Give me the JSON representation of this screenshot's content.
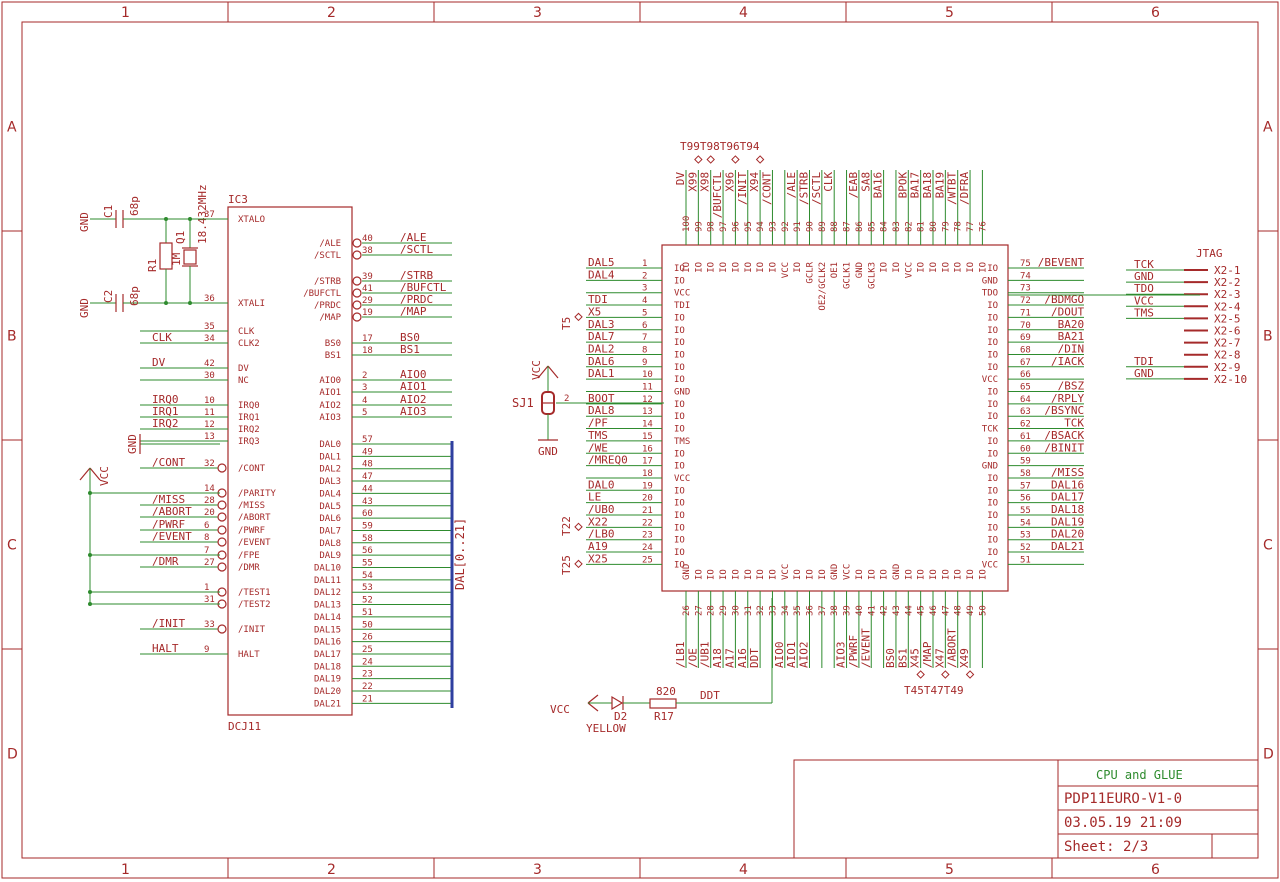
{
  "frame": {
    "columns": [
      "1",
      "2",
      "3",
      "4",
      "5",
      "6"
    ],
    "rows": [
      "A",
      "B",
      "C",
      "D"
    ]
  },
  "title_block": {
    "subtitle": "CPU and GLUE",
    "project": "PDP11EURO-V1-0",
    "date": "03.05.19 21:09",
    "sheet": "Sheet: 2/3"
  },
  "parts": {
    "ic3": {
      "name": "IC3",
      "value": "DCJ11"
    },
    "c1": {
      "name": "C1",
      "value": "68p"
    },
    "c2": {
      "name": "C2",
      "value": "68p"
    },
    "r1": {
      "name": "R1",
      "value": "1M"
    },
    "q1": {
      "name": "Q1",
      "value": "18.432MHz"
    },
    "sj1": {
      "name": "SJ1",
      "pin": "2"
    },
    "d2": {
      "name": "D2",
      "value": "YELLOW"
    },
    "r17": {
      "name": "R17",
      "value": "820"
    },
    "jtag": {
      "name": "JTAG"
    },
    "bus": {
      "name": "DAL[0..21]"
    },
    "gnd_label": "GND",
    "vcc_label": "VCC",
    "ddt_net": "DDT"
  },
  "ic3_left_pins": [
    {
      "pin": "37",
      "label": "XTALO",
      "net": ""
    },
    {
      "pin": "36",
      "label": "XTALI",
      "net": ""
    },
    {
      "pin": "35",
      "label": "CLK",
      "net": ""
    },
    {
      "pin": "34",
      "label": "CLK2",
      "net": "CLK"
    },
    {
      "pin": "42",
      "label": "DV",
      "net": "DV"
    },
    {
      "pin": "30",
      "label": "NC",
      "net": ""
    },
    {
      "pin": "10",
      "label": "IRQ0",
      "net": "IRQ0"
    },
    {
      "pin": "11",
      "label": "IRQ1",
      "net": "IRQ1"
    },
    {
      "pin": "12",
      "label": "IRQ2",
      "net": "IRQ2"
    },
    {
      "pin": "13",
      "label": "IRQ3",
      "net": ""
    },
    {
      "pin": "32",
      "label": "/CONT",
      "net": "/CONT"
    },
    {
      "pin": "14",
      "label": "/PARITY",
      "net": ""
    },
    {
      "pin": "28",
      "label": "/MISS",
      "net": "/MISS"
    },
    {
      "pin": "20",
      "label": "/ABORT",
      "net": "/ABORT"
    },
    {
      "pin": "6",
      "label": "/PWRF",
      "net": "/PWRF"
    },
    {
      "pin": "8",
      "label": "/EVENT",
      "net": "/EVENT"
    },
    {
      "pin": "7",
      "label": "/FPE",
      "net": ""
    },
    {
      "pin": "27",
      "label": "/DMR",
      "net": "/DMR"
    },
    {
      "pin": "1",
      "label": "/TEST1",
      "net": ""
    },
    {
      "pin": "31",
      "label": "/TEST2",
      "net": ""
    },
    {
      "pin": "33",
      "label": "/INIT",
      "net": "/INIT"
    },
    {
      "pin": "9",
      "label": "HALT",
      "net": "HALT"
    }
  ],
  "ic3_right_pins": [
    {
      "pin": "40",
      "label": "/ALE",
      "net": "/ALE"
    },
    {
      "pin": "38",
      "label": "/SCTL",
      "net": "/SCTL"
    },
    {
      "pin": "39",
      "label": "/STRB",
      "net": "/STRB"
    },
    {
      "pin": "41",
      "label": "/BUFCTL",
      "net": "/BUFCTL"
    },
    {
      "pin": "29",
      "label": "/PRDC",
      "net": "/PRDC"
    },
    {
      "pin": "19",
      "label": "/MAP",
      "net": "/MAP"
    },
    {
      "pin": "17",
      "label": "BS0",
      "net": "BS0"
    },
    {
      "pin": "18",
      "label": "BS1",
      "net": "BS1"
    },
    {
      "pin": "2",
      "label": "AIO0",
      "net": "AIO0"
    },
    {
      "pin": "3",
      "label": "AIO1",
      "net": "AIO1"
    },
    {
      "pin": "4",
      "label": "AIO2",
      "net": "AIO2"
    },
    {
      "pin": "5",
      "label": "AIO3",
      "net": "AIO3"
    },
    {
      "pin": "57",
      "label": "DAL0"
    },
    {
      "pin": "49",
      "label": "DAL1"
    },
    {
      "pin": "48",
      "label": "DAL2"
    },
    {
      "pin": "47",
      "label": "DAL3"
    },
    {
      "pin": "44",
      "label": "DAL4"
    },
    {
      "pin": "43",
      "label": "DAL5"
    },
    {
      "pin": "60",
      "label": "DAL6"
    },
    {
      "pin": "59",
      "label": "DAL7"
    },
    {
      "pin": "58",
      "label": "DAL8"
    },
    {
      "pin": "56",
      "label": "DAL9"
    },
    {
      "pin": "55",
      "label": "DAL10"
    },
    {
      "pin": "54",
      "label": "DAL11"
    },
    {
      "pin": "53",
      "label": "DAL12"
    },
    {
      "pin": "52",
      "label": "DAL13"
    },
    {
      "pin": "51",
      "label": "DAL14"
    },
    {
      "pin": "50",
      "label": "DAL15"
    },
    {
      "pin": "26",
      "label": "DAL16"
    },
    {
      "pin": "25",
      "label": "DAL17"
    },
    {
      "pin": "24",
      "label": "DAL18"
    },
    {
      "pin": "23",
      "label": "DAL19"
    },
    {
      "pin": "22",
      "label": "DAL20"
    },
    {
      "pin": "21",
      "label": "DAL21"
    }
  ],
  "cpld_left_pins": [
    {
      "pin": "1",
      "label": "IO",
      "net": "DAL5"
    },
    {
      "pin": "2",
      "label": "IO",
      "net": "DAL4"
    },
    {
      "pin": "3",
      "label": "VCC",
      "net": ""
    },
    {
      "pin": "4",
      "label": "TDI",
      "net": "TDI"
    },
    {
      "pin": "5",
      "label": "IO",
      "net": "X5"
    },
    {
      "pin": "6",
      "label": "IO",
      "net": "DAL3"
    },
    {
      "pin": "7",
      "label": "IO",
      "net": "DAL7"
    },
    {
      "pin": "8",
      "label": "IO",
      "net": "DAL2"
    },
    {
      "pin": "9",
      "label": "IO",
      "net": "DAL6"
    },
    {
      "pin": "10",
      "label": "IO",
      "net": "DAL1"
    },
    {
      "pin": "11",
      "label": "GND",
      "net": ""
    },
    {
      "pin": "12",
      "label": "IO",
      "net": "BOOT"
    },
    {
      "pin": "13",
      "label": "IO",
      "net": "DAL8"
    },
    {
      "pin": "14",
      "label": "IO",
      "net": "/PF"
    },
    {
      "pin": "15",
      "label": "TMS",
      "net": "TMS"
    },
    {
      "pin": "16",
      "label": "IO",
      "net": "/WE"
    },
    {
      "pin": "17",
      "label": "IO",
      "net": "/MREQ0"
    },
    {
      "pin": "18",
      "label": "VCC",
      "net": ""
    },
    {
      "pin": "19",
      "label": "IO",
      "net": "DAL0"
    },
    {
      "pin": "20",
      "label": "IO",
      "net": "LE"
    },
    {
      "pin": "21",
      "label": "IO",
      "net": "/UB0"
    },
    {
      "pin": "22",
      "label": "IO",
      "net": "X22"
    },
    {
      "pin": "23",
      "label": "IO",
      "net": "/LB0"
    },
    {
      "pin": "24",
      "label": "IO",
      "net": "A19"
    },
    {
      "pin": "25",
      "label": "IO",
      "net": "X25"
    }
  ],
  "cpld_right_pins": [
    {
      "pin": "75",
      "label": "IO",
      "net": "/BEVENT"
    },
    {
      "pin": "74",
      "label": "GND",
      "net": ""
    },
    {
      "pin": "73",
      "label": "TDO",
      "net": ""
    },
    {
      "pin": "72",
      "label": "IO",
      "net": "/BDMGO"
    },
    {
      "pin": "71",
      "label": "IO",
      "net": "/DOUT"
    },
    {
      "pin": "70",
      "label": "IO",
      "net": "BA20"
    },
    {
      "pin": "69",
      "label": "IO",
      "net": "BA21"
    },
    {
      "pin": "68",
      "label": "IO",
      "net": "/DIN"
    },
    {
      "pin": "67",
      "label": "IO",
      "net": "/IACK"
    },
    {
      "pin": "66",
      "label": "VCC",
      "net": ""
    },
    {
      "pin": "65",
      "label": "IO",
      "net": "/BSZ"
    },
    {
      "pin": "64",
      "label": "IO",
      "net": "/RPLY"
    },
    {
      "pin": "63",
      "label": "IO",
      "net": "/BSYNC"
    },
    {
      "pin": "62",
      "label": "TCK",
      "net": "TCK"
    },
    {
      "pin": "61",
      "label": "IO",
      "net": "/BSACK"
    },
    {
      "pin": "60",
      "label": "IO",
      "net": "/BINIT"
    },
    {
      "pin": "59",
      "label": "GND",
      "net": ""
    },
    {
      "pin": "58",
      "label": "IO",
      "net": "/MISS"
    },
    {
      "pin": "57",
      "label": "IO",
      "net": "DAL16"
    },
    {
      "pin": "56",
      "label": "IO",
      "net": "DAL17"
    },
    {
      "pin": "55",
      "label": "IO",
      "net": "DAL18"
    },
    {
      "pin": "54",
      "label": "IO",
      "net": "DAL19"
    },
    {
      "pin": "53",
      "label": "IO",
      "net": "DAL20"
    },
    {
      "pin": "52",
      "label": "IO",
      "net": "DAL21"
    },
    {
      "pin": "51",
      "label": "VCC",
      "net": ""
    }
  ],
  "cpld_top_pins": [
    {
      "pin": "100",
      "label": "IO",
      "net": "DV"
    },
    {
      "pin": "99",
      "label": "IO",
      "net": "X99"
    },
    {
      "pin": "98",
      "label": "IO",
      "net": "X98"
    },
    {
      "pin": "97",
      "label": "IO",
      "net": "/BUFCTL"
    },
    {
      "pin": "96",
      "label": "IO",
      "net": "X96"
    },
    {
      "pin": "95",
      "label": "IO",
      "net": "/INIT"
    },
    {
      "pin": "94",
      "label": "IO",
      "net": "X94"
    },
    {
      "pin": "93",
      "label": "IO",
      "net": "/CONT"
    },
    {
      "pin": "92",
      "label": "VCC",
      "net": ""
    },
    {
      "pin": "91",
      "label": "IO",
      "net": "/ALE"
    },
    {
      "pin": "90",
      "label": "GCLR",
      "net": "/STRB"
    },
    {
      "pin": "89",
      "label": "OE2/GCLK2",
      "net": "/SCTL"
    },
    {
      "pin": "88",
      "label": "OE1",
      "net": "CLK"
    },
    {
      "pin": "87",
      "label": "GCLK1",
      "net": ""
    },
    {
      "pin": "86",
      "label": "GND",
      "net": "/EAB"
    },
    {
      "pin": "85",
      "label": "GCLK3",
      "net": "SA8"
    },
    {
      "pin": "84",
      "label": "IO",
      "net": "BA16"
    },
    {
      "pin": "83",
      "label": "IO",
      "net": ""
    },
    {
      "pin": "82",
      "label": "VCC",
      "net": "BPOK"
    },
    {
      "pin": "81",
      "label": "IO",
      "net": "BA17"
    },
    {
      "pin": "80",
      "label": "IO",
      "net": "BA18"
    },
    {
      "pin": "79",
      "label": "IO",
      "net": "BA19"
    },
    {
      "pin": "78",
      "label": "IO",
      "net": "/WTBT"
    },
    {
      "pin": "77",
      "label": "IO",
      "net": "/DFRA"
    },
    {
      "pin": "76",
      "label": "IO",
      "net": ""
    }
  ],
  "cpld_bottom_pins": [
    {
      "pin": "26",
      "label": "GND",
      "net": "/LB1"
    },
    {
      "pin": "27",
      "label": "IO",
      "net": "/OE"
    },
    {
      "pin": "28",
      "label": "IO",
      "net": "/UB1"
    },
    {
      "pin": "29",
      "label": "IO",
      "net": "A18"
    },
    {
      "pin": "30",
      "label": "IO",
      "net": "A17"
    },
    {
      "pin": "31",
      "label": "IO",
      "net": "A16"
    },
    {
      "pin": "32",
      "label": "IO",
      "net": "DDT"
    },
    {
      "pin": "33",
      "label": "IO",
      "net": ""
    },
    {
      "pin": "34",
      "label": "VCC",
      "net": "AIO0"
    },
    {
      "pin": "35",
      "label": "IO",
      "net": "AIO1"
    },
    {
      "pin": "36",
      "label": "IO",
      "net": "AIO2"
    },
    {
      "pin": "37",
      "label": "IO",
      "net": ""
    },
    {
      "pin": "38",
      "label": "GND",
      "net": ""
    },
    {
      "pin": "39",
      "label": "VCC",
      "net": "AIO3"
    },
    {
      "pin": "40",
      "label": "IO",
      "net": "/PWRF"
    },
    {
      "pin": "41",
      "label": "IO",
      "net": "/EVENT"
    },
    {
      "pin": "42",
      "label": "IO",
      "net": ""
    },
    {
      "pin": "43",
      "label": "GND",
      "net": "BS0"
    },
    {
      "pin": "44",
      "label": "IO",
      "net": "BS1"
    },
    {
      "pin": "45",
      "label": "IO",
      "net": "X45"
    },
    {
      "pin": "46",
      "label": "IO",
      "net": "/MAP"
    },
    {
      "pin": "47",
      "label": "IO",
      "net": "X47"
    },
    {
      "pin": "48",
      "label": "IO",
      "net": "/ABORT"
    },
    {
      "pin": "49",
      "label": "IO",
      "net": "X49"
    },
    {
      "pin": "50",
      "label": "IO",
      "net": ""
    }
  ],
  "testpoints_top": "T99T98T96T94",
  "testpoints_bottom": "T45T47T49",
  "testpoints_left": [
    "T5",
    "T22",
    "T25"
  ],
  "jtag_pins": [
    {
      "net": "TCK",
      "label": "X2-1"
    },
    {
      "net": "GND",
      "label": "X2-2"
    },
    {
      "net": "TDO",
      "label": "X2-3"
    },
    {
      "net": "VCC",
      "label": "X2-4"
    },
    {
      "net": "TMS",
      "label": "X2-5"
    },
    {
      "net": "",
      "label": "X2-6"
    },
    {
      "net": "",
      "label": "X2-7"
    },
    {
      "net": "",
      "label": "X2-8"
    },
    {
      "net": "TDI",
      "label": "X2-9"
    },
    {
      "net": "GND",
      "label": "X2-10"
    }
  ]
}
